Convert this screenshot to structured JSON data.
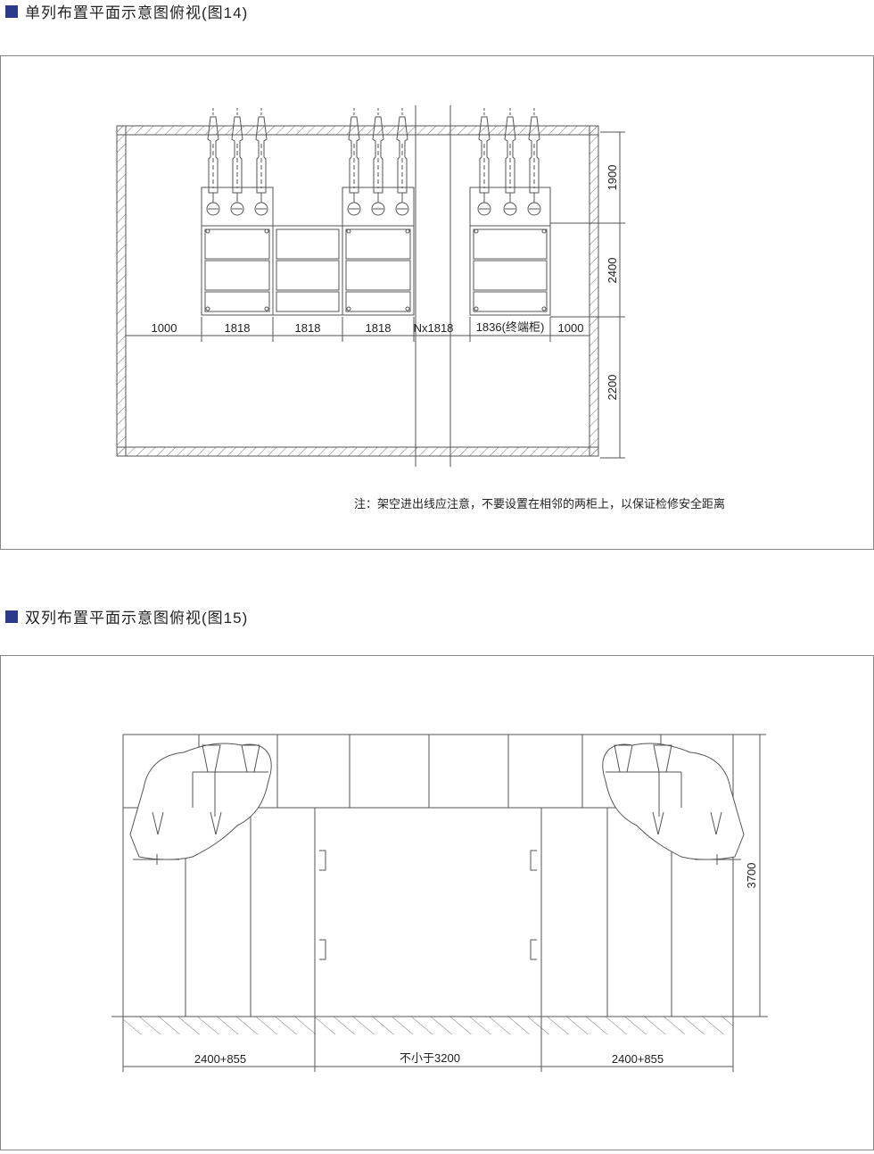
{
  "section1": {
    "title": "单列布置平面示意图俯视(图14)",
    "dims_h": [
      "1000",
      "1818",
      "1818",
      "1818",
      "Nx1818",
      "1836(终端柜)",
      "1000"
    ],
    "dims_v": [
      "1900",
      "2400",
      "2200"
    ],
    "note": "注：架空进出线应注意，不要设置在相邻的两柜上，以保证检修安全距离"
  },
  "section2": {
    "title": "双列布置平面示意图俯视(图15)",
    "dims_h": [
      "2400+855",
      "不小于3200",
      "2400+855"
    ],
    "dim_v": "3700"
  },
  "colors": {
    "accent": "#2c3a8c",
    "line": "#555555",
    "frame": "#888888"
  }
}
